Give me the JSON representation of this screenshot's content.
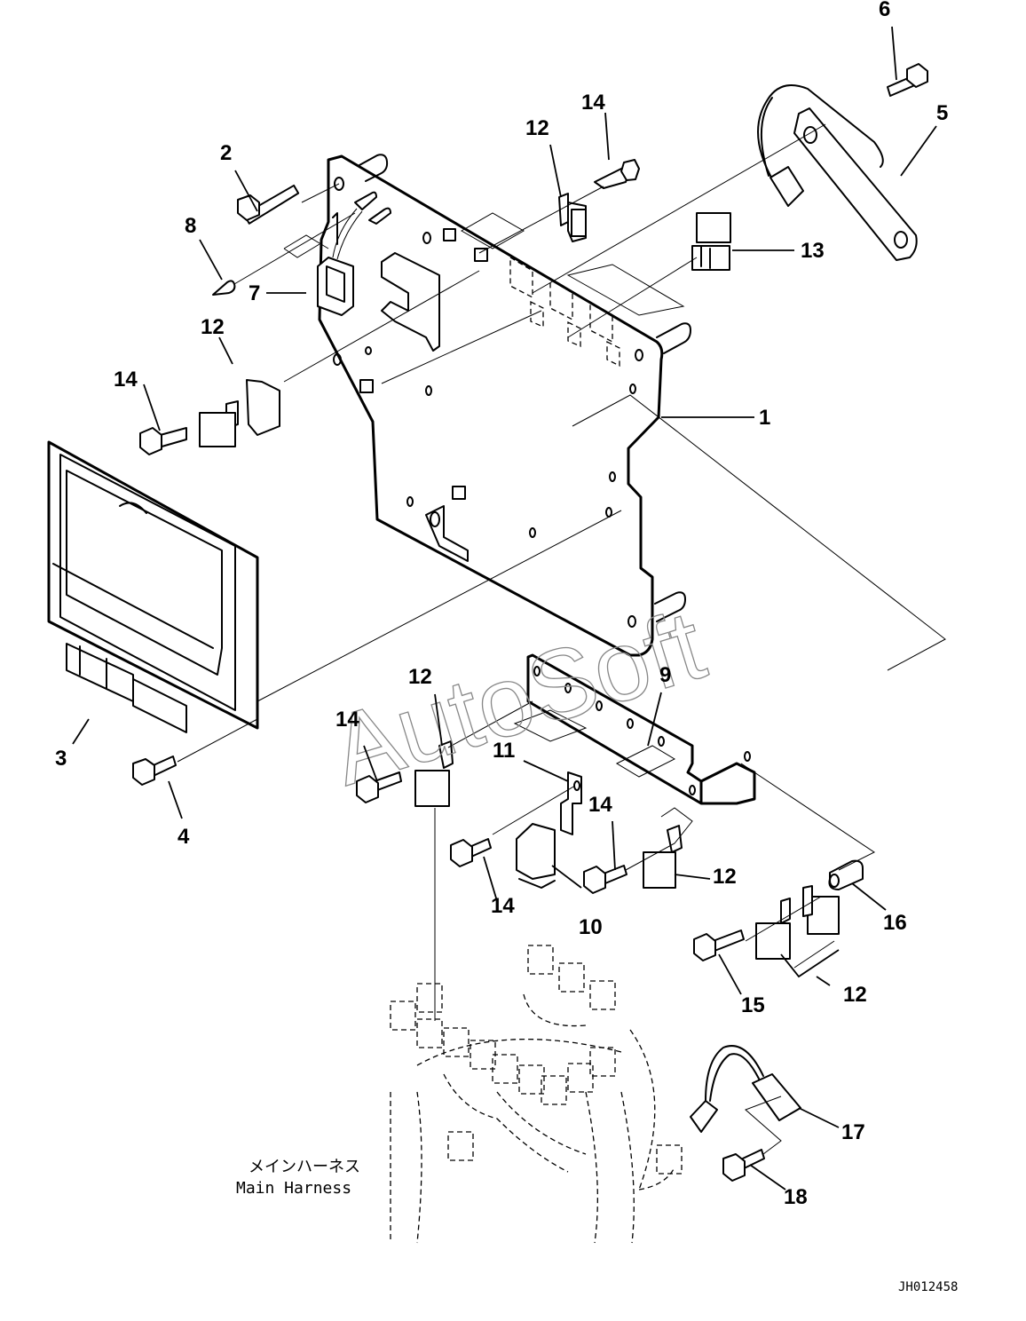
{
  "diagram": {
    "title": "Exploded parts diagram: controller mounting bracket, relays and main harness",
    "drawing_number": "JH012458",
    "watermark": "AutoSoft",
    "harness_label": {
      "japanese": "メインハーネス",
      "english": "Main Harness"
    },
    "callouts": [
      {
        "id": "c1",
        "label": "1",
        "part": "mounting-bracket"
      },
      {
        "id": "c2",
        "label": "2",
        "part": "long-bolt"
      },
      {
        "id": "c3",
        "label": "3",
        "part": "controller"
      },
      {
        "id": "c4",
        "label": "4",
        "part": "controller-bolt"
      },
      {
        "id": "c5",
        "label": "5",
        "part": "sensor-bracket-with-cable"
      },
      {
        "id": "c6",
        "label": "6",
        "part": "bolt"
      },
      {
        "id": "c7",
        "label": "7",
        "part": "connector"
      },
      {
        "id": "c8",
        "label": "8",
        "part": "clip"
      },
      {
        "id": "c9",
        "label": "9",
        "part": "relay-bracket"
      },
      {
        "id": "c10",
        "label": "10",
        "part": "large-relay"
      },
      {
        "id": "c11",
        "label": "11",
        "part": "small-clip-bracket"
      },
      {
        "id": "c12a",
        "label": "12",
        "part": "relay"
      },
      {
        "id": "c12b",
        "label": "12",
        "part": "relay"
      },
      {
        "id": "c12c",
        "label": "12",
        "part": "relay"
      },
      {
        "id": "c12d",
        "label": "12",
        "part": "relay"
      },
      {
        "id": "c12e",
        "label": "12",
        "part": "relay-pair"
      },
      {
        "id": "c13",
        "label": "13",
        "part": "connector-block"
      },
      {
        "id": "c14a",
        "label": "14",
        "part": "bolt"
      },
      {
        "id": "c14b",
        "label": "14",
        "part": "bolt"
      },
      {
        "id": "c14c",
        "label": "14",
        "part": "bolt"
      },
      {
        "id": "c14d",
        "label": "14",
        "part": "bolt"
      },
      {
        "id": "c14e",
        "label": "14",
        "part": "bolt"
      },
      {
        "id": "c15",
        "label": "15",
        "part": "bolt"
      },
      {
        "id": "c16",
        "label": "16",
        "part": "spacer"
      },
      {
        "id": "c17",
        "label": "17",
        "part": "sensor-with-cable"
      },
      {
        "id": "c18",
        "label": "18",
        "part": "bolt"
      }
    ]
  }
}
